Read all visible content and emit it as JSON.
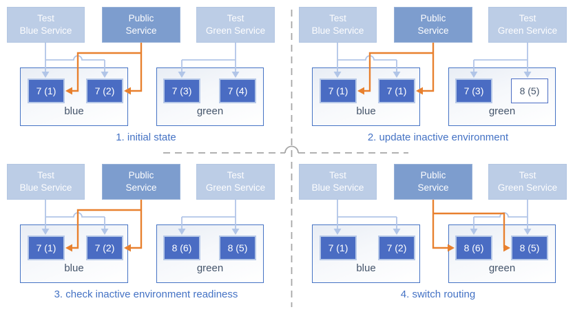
{
  "colors": {
    "accent_blue": "#4472c4",
    "test_service_fill": "#bccde6",
    "public_service_fill": "#7d9dce",
    "instance_fill": "#4a6cc3",
    "instance_border": "#b6c8e8",
    "outlined_instance_text": "#44546a",
    "env_border": "#4472c4",
    "env_label_text": "#44546a",
    "caption_text": "#4472c4",
    "test_route_arrow": "#b1c5e7",
    "public_route_arrow": "#e8802e",
    "divider_gray": "#a6a6a6"
  },
  "panels": [
    {
      "caption": "1. initial state",
      "services": [
        {
          "line1": "Test",
          "line2": "Blue Service"
        },
        {
          "line1": "Public",
          "line2": "Service"
        },
        {
          "line1": "Test",
          "line2": "Green Service"
        }
      ],
      "blue_env": {
        "label": "blue",
        "instances": [
          {
            "label": "7 (1)",
            "style": "filled"
          },
          {
            "label": "7 (2)",
            "style": "filled"
          }
        ]
      },
      "green_env": {
        "label": "green",
        "instances": [
          {
            "label": "7 (3)",
            "style": "filled"
          },
          {
            "label": "7 (4)",
            "style": "filled"
          }
        ]
      },
      "public_routes_to": "blue"
    },
    {
      "caption": "2. update inactive environment",
      "services": [
        {
          "line1": "Test",
          "line2": "Blue Service"
        },
        {
          "line1": "Public",
          "line2": "Service"
        },
        {
          "line1": "Test",
          "line2": "Green Service"
        }
      ],
      "blue_env": {
        "label": "blue",
        "instances": [
          {
            "label": "7 (1)",
            "style": "filled"
          },
          {
            "label": "7 (1)",
            "style": "filled"
          }
        ]
      },
      "green_env": {
        "label": "green",
        "instances": [
          {
            "label": "7 (3)",
            "style": "filled"
          },
          {
            "label": "8 (5)",
            "style": "outlined"
          }
        ]
      },
      "public_routes_to": "blue"
    },
    {
      "caption": "3. check inactive environment readiness",
      "services": [
        {
          "line1": "Test",
          "line2": "Blue Service"
        },
        {
          "line1": "Public",
          "line2": "Service"
        },
        {
          "line1": "Test",
          "line2": "Green Service"
        }
      ],
      "blue_env": {
        "label": "blue",
        "instances": [
          {
            "label": "7 (1)",
            "style": "filled"
          },
          {
            "label": "7 (2)",
            "style": "filled"
          }
        ]
      },
      "green_env": {
        "label": "green",
        "instances": [
          {
            "label": "8 (6)",
            "style": "filled"
          },
          {
            "label": "8 (5)",
            "style": "filled"
          }
        ]
      },
      "public_routes_to": "blue"
    },
    {
      "caption": "4. switch routing",
      "services": [
        {
          "line1": "Test",
          "line2": "Blue Service"
        },
        {
          "line1": "Public",
          "line2": "Service"
        },
        {
          "line1": "Test",
          "line2": "Green Service"
        }
      ],
      "blue_env": {
        "label": "blue",
        "instances": [
          {
            "label": "7 (1)",
            "style": "filled"
          },
          {
            "label": "7 (2)",
            "style": "filled"
          }
        ]
      },
      "green_env": {
        "label": "green",
        "instances": [
          {
            "label": "8 (6)",
            "style": "filled"
          },
          {
            "label": "8 (5)",
            "style": "filled"
          }
        ]
      },
      "public_routes_to": "green"
    }
  ]
}
